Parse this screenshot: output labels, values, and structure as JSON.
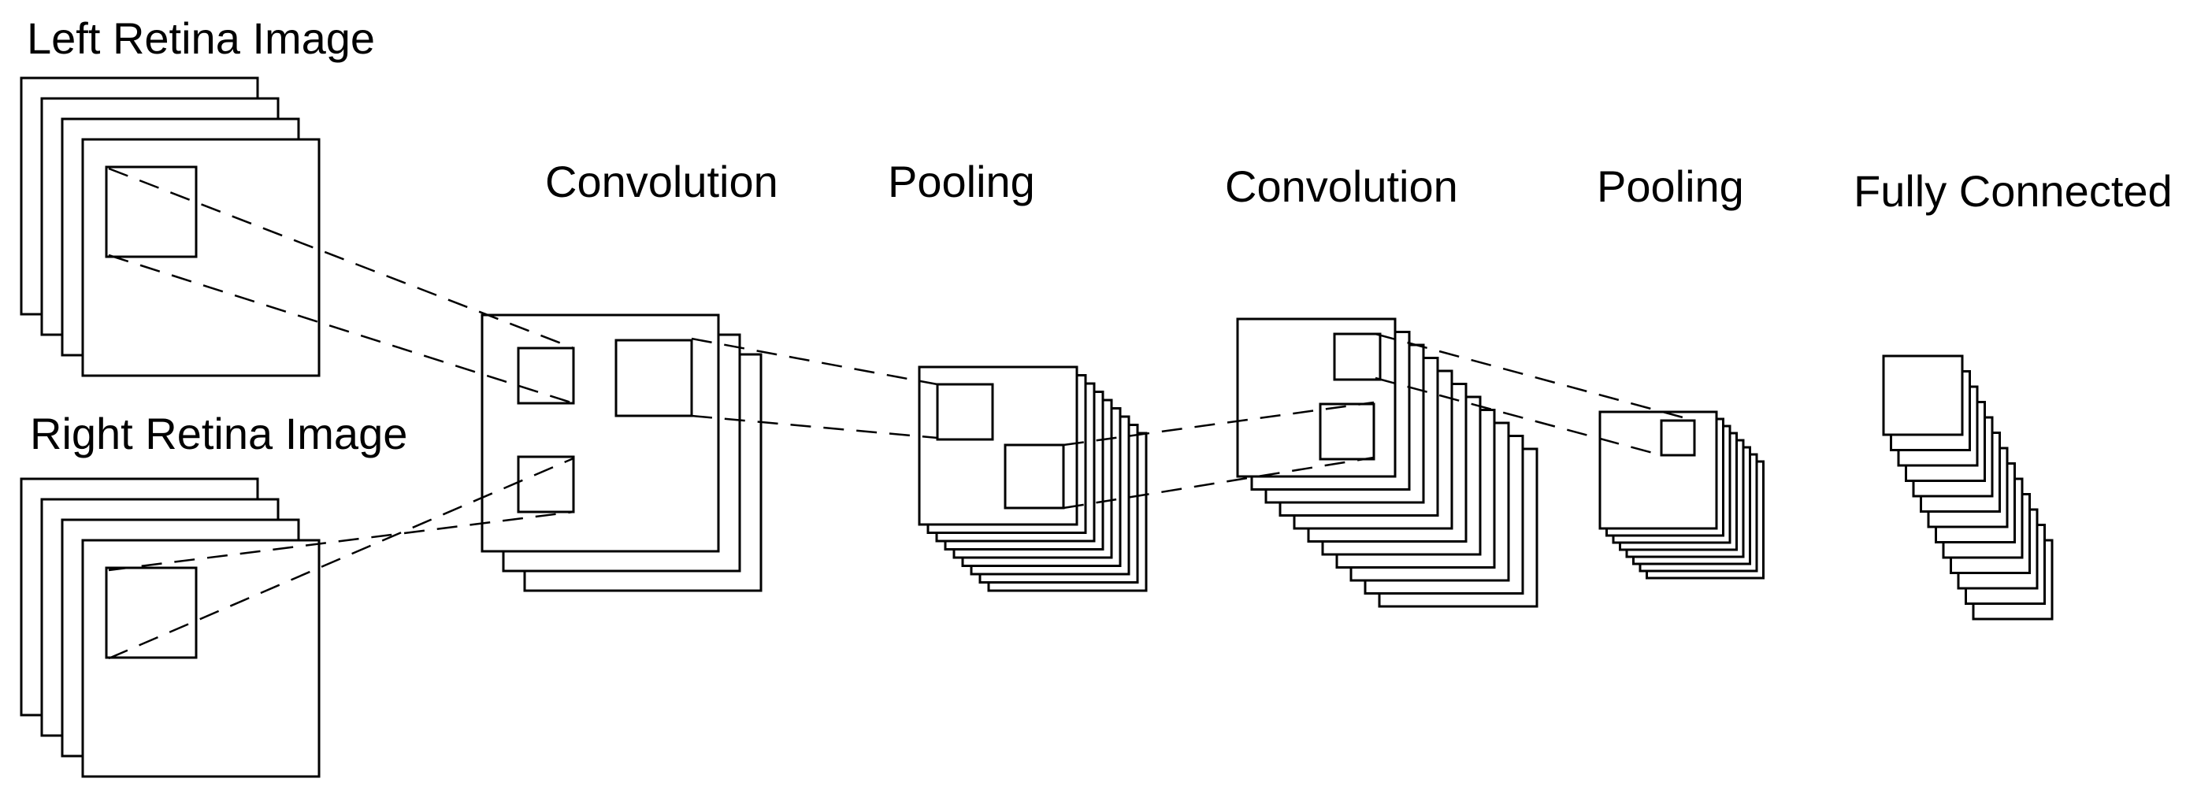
{
  "labels": {
    "left_retina": "Left Retina Image",
    "right_retina": "Right Retina Image",
    "convolution_1": "Convolution",
    "pooling_1": "Pooling",
    "convolution_2": "Convolution",
    "pooling_2": "Pooling",
    "fully_connected": "Fully Connected"
  },
  "colors": {
    "stroke": "#000000",
    "fill": "#ffffff",
    "text": "#000000",
    "background": "#ffffff"
  }
}
